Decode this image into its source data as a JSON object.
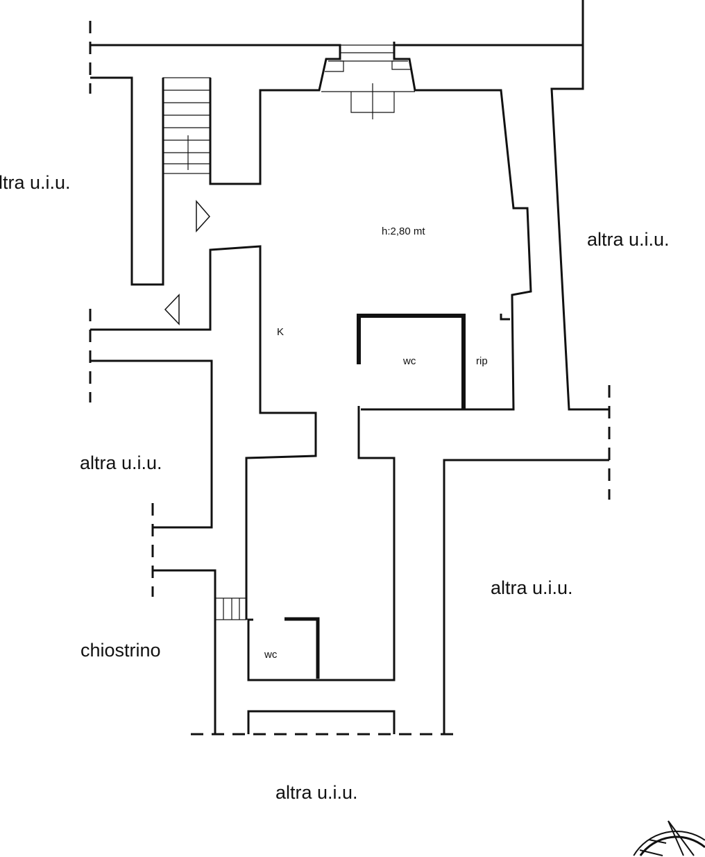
{
  "labels": {
    "top_left": "ltra u.i.u.",
    "right": "altra u.i.u.",
    "left_middle": "altra u.i.u.",
    "right_lower": "altra u.i.u.",
    "bottom": "altra u.i.u.",
    "courtyard": "chiostrino",
    "height": "h:2,80 mt",
    "kitchen": "K",
    "wc_upper": "wc",
    "storage": "rip",
    "wc_lower": "wc"
  },
  "colors": {
    "wall": "#111111",
    "background": "#ffffff"
  },
  "icons": [
    "north-compass-icon",
    "door-arrow-icon",
    "staircase-icon"
  ]
}
